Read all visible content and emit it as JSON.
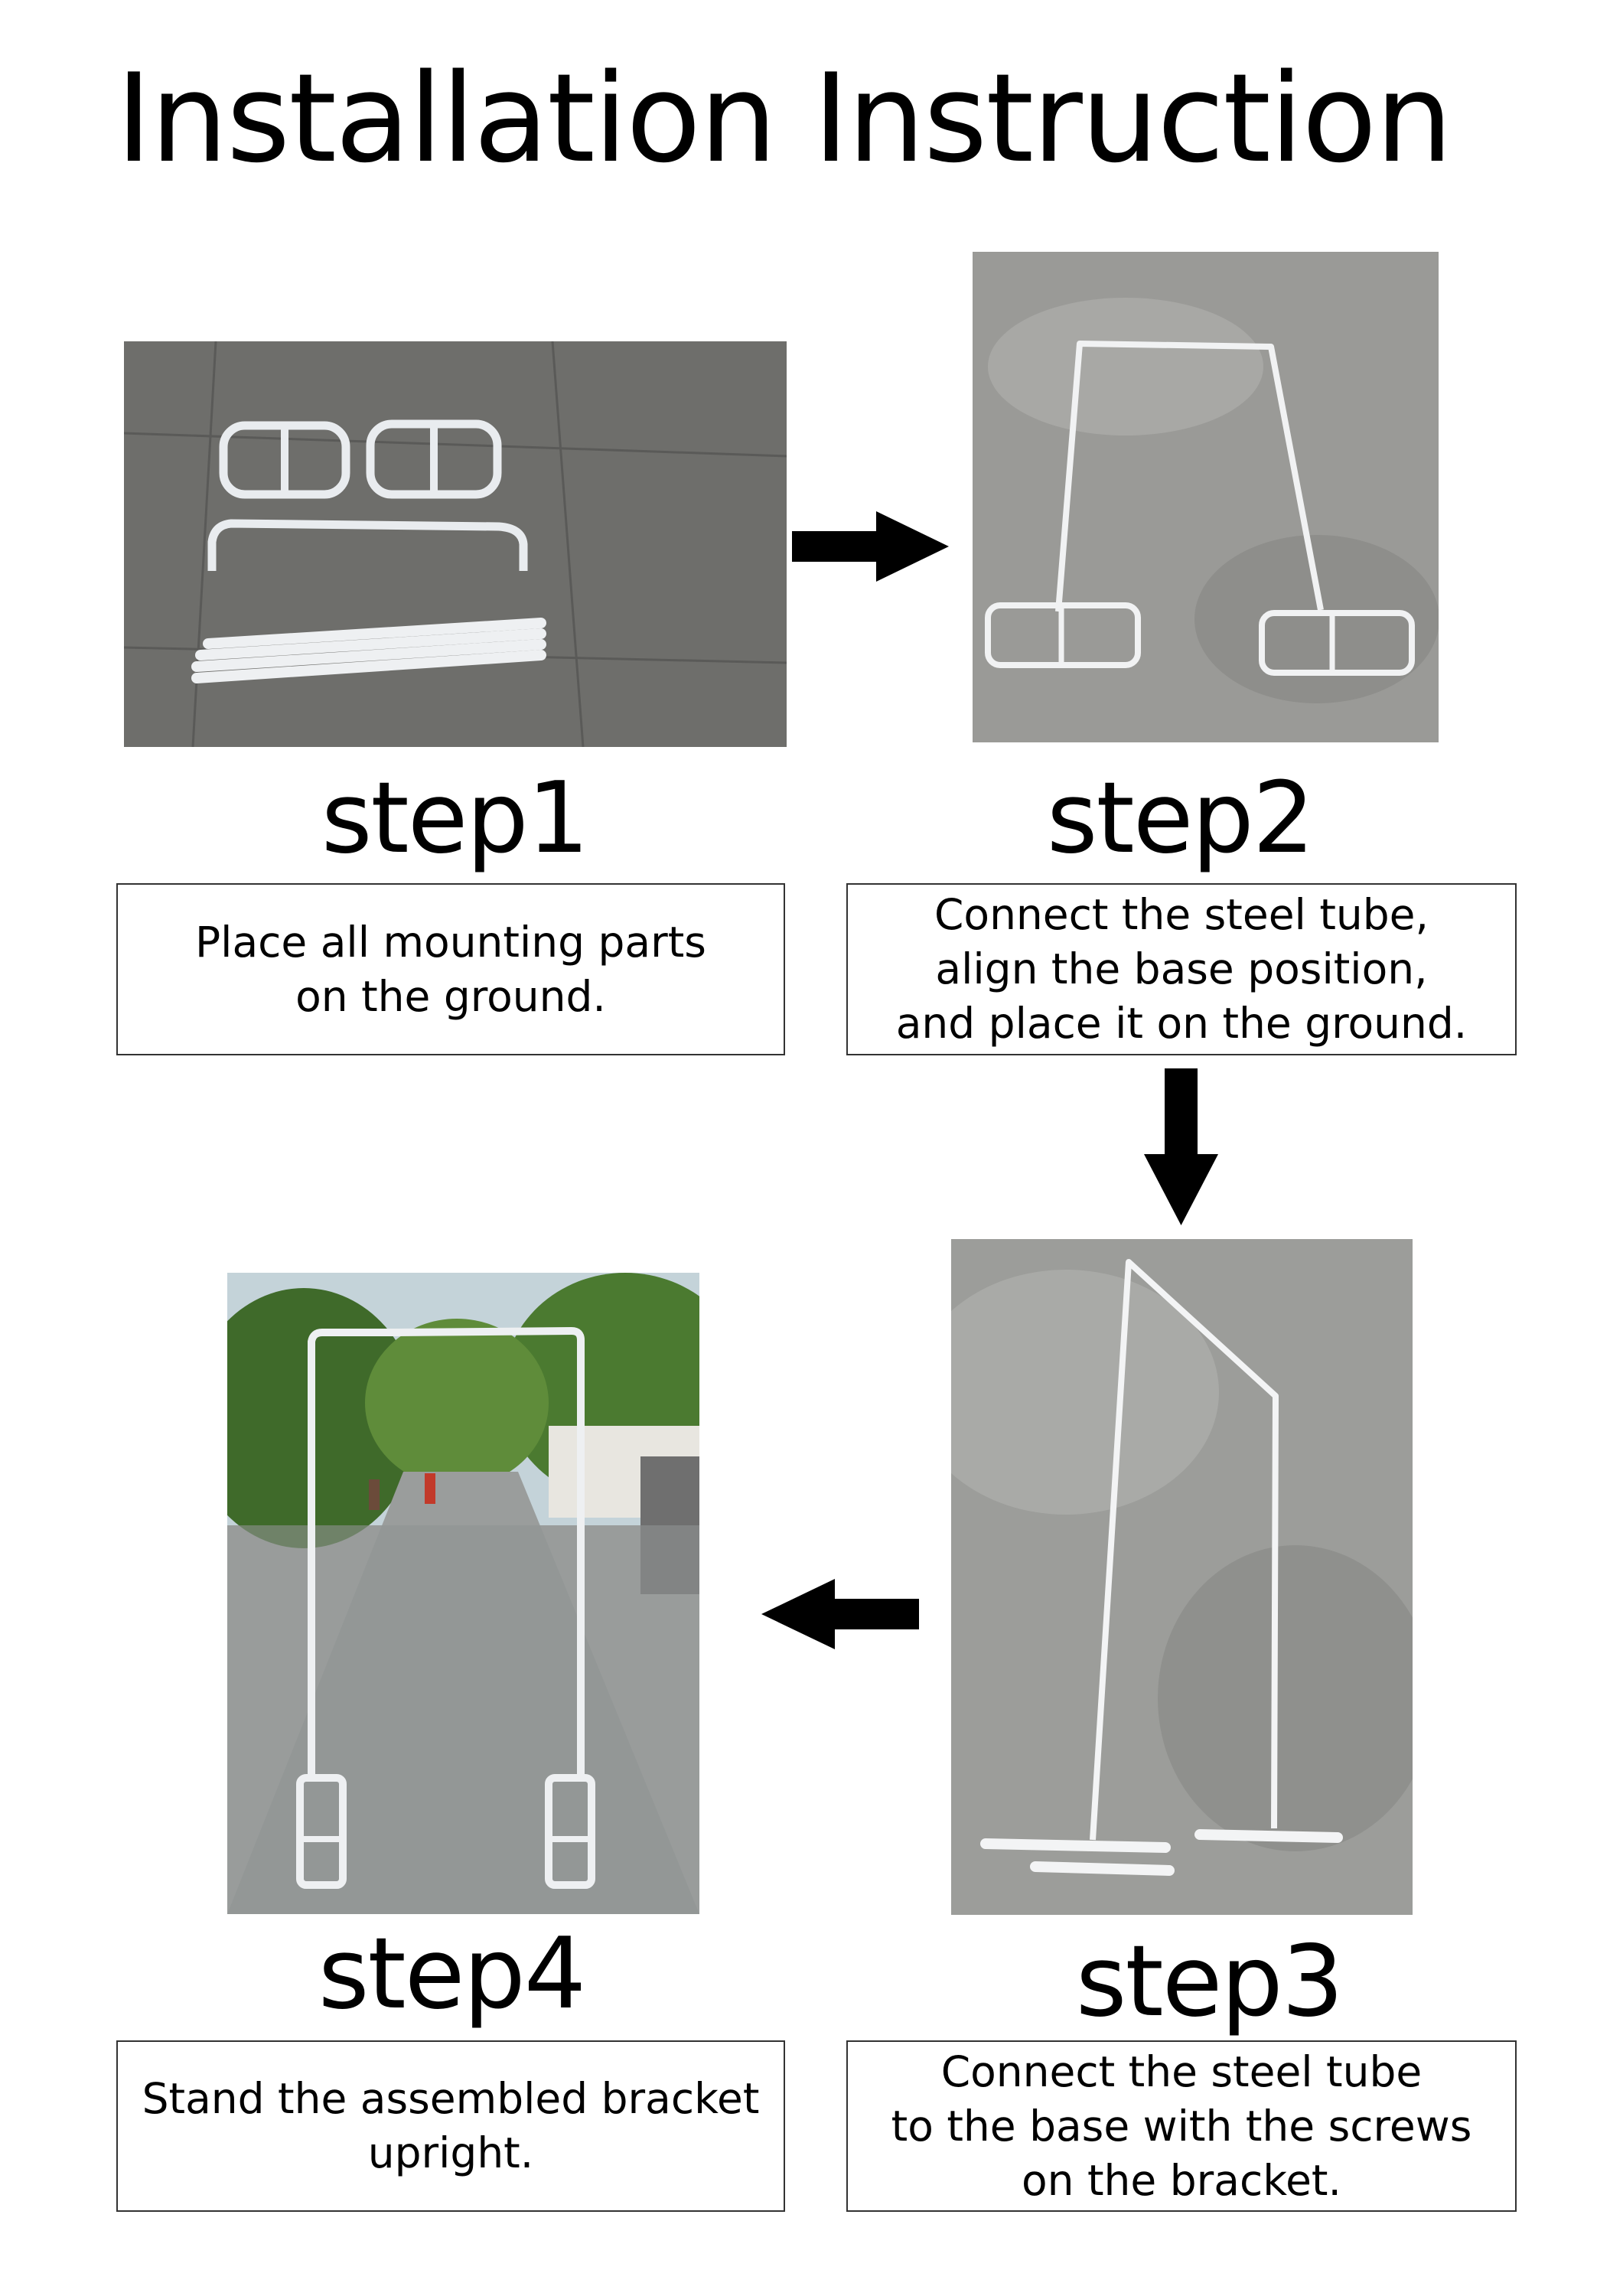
{
  "title": "Installation Instruction",
  "steps": [
    {
      "label": "step1",
      "lines": [
        "Place all mounting parts",
        "on the ground."
      ]
    },
    {
      "label": "step2",
      "lines": [
        "Connect the steel tube,",
        "align the base position,",
        "and place it on the ground."
      ]
    },
    {
      "label": "step3",
      "lines": [
        "Connect the steel tube",
        "to the base with the screws",
        "on the bracket."
      ]
    },
    {
      "label": "step4",
      "lines": [
        "Stand the assembled bracket",
        "upright."
      ]
    }
  ],
  "colors": {
    "arrow": "#000000",
    "concrete": "#8a8a88",
    "tube": "#f2f2f2",
    "box_border": "#333333"
  }
}
